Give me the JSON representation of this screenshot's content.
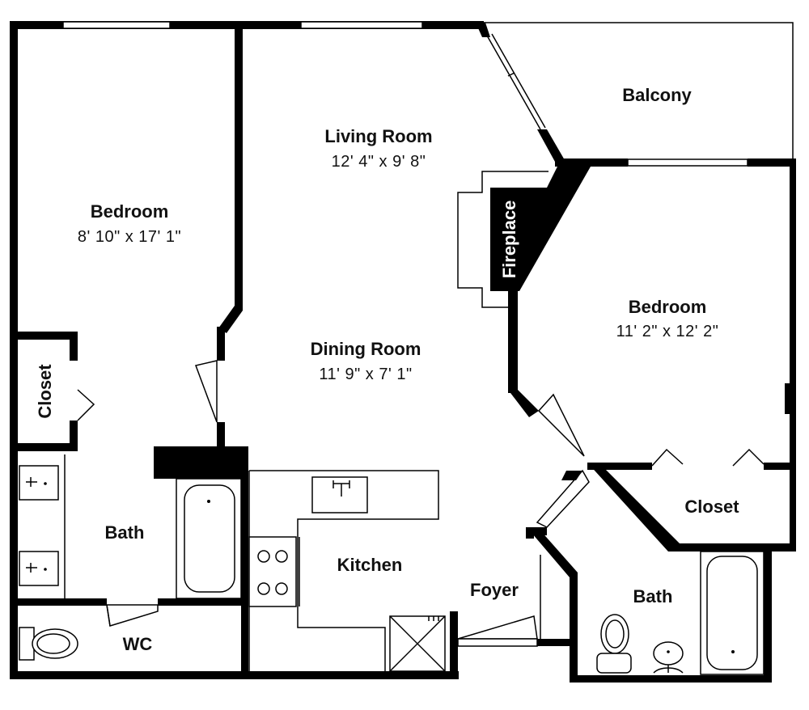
{
  "rooms": {
    "bedroom_left": {
      "name": "Bedroom",
      "dims": "8' 10\" x 17' 1\""
    },
    "living_room": {
      "name": "Living Room",
      "dims": "12' 4\" x 9' 8\""
    },
    "balcony": {
      "name": "Balcony"
    },
    "fireplace": {
      "name": "Fireplace"
    },
    "bedroom_right": {
      "name": "Bedroom",
      "dims": "11' 2\" x 12' 2\""
    },
    "dining_room": {
      "name": "Dining Room",
      "dims": "11' 9\" x 7' 1\""
    },
    "closet_left": {
      "name": "Closet"
    },
    "closet_right": {
      "name": "Closet"
    },
    "bath_left": {
      "name": "Bath"
    },
    "kitchen": {
      "name": "Kitchen"
    },
    "foyer": {
      "name": "Foyer"
    },
    "bath_right": {
      "name": "Bath"
    },
    "wc": {
      "name": "WC"
    }
  }
}
